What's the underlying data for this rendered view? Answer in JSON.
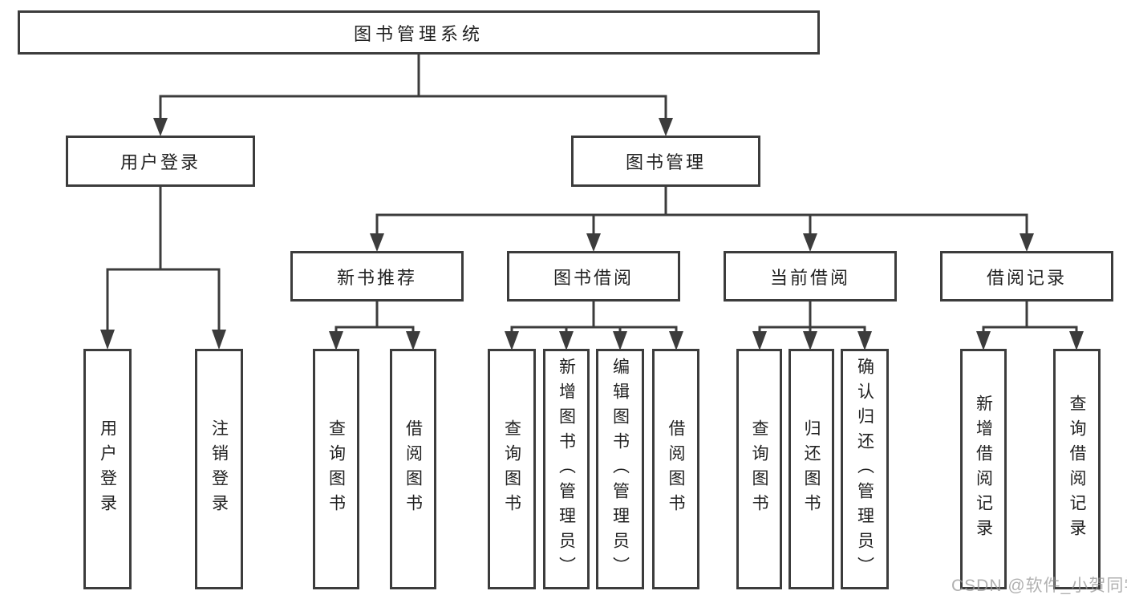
{
  "diagram": {
    "root_label": "图书管理系统",
    "level2": [
      "用户登录",
      "图书管理"
    ],
    "level3": [
      "新书推荐",
      "图书借阅",
      "当前借阅",
      "借阅记录"
    ],
    "leaves_user_login": [
      "用户登录",
      "注销登录"
    ],
    "leaves_new_book": [
      "查询图书",
      "借阅图书"
    ],
    "leaves_book_borrow": [
      "查询图书",
      "新增图书（管理员）",
      "编辑图书（管理员）",
      "借阅图书"
    ],
    "leaves_current_borrow": [
      "查询图书",
      "归还图书",
      "确认归还（管理员）"
    ],
    "leaves_borrow_record": [
      "新增借阅记录",
      "查询借阅记录"
    ]
  },
  "watermark": "CSDN @软件_小贺同学",
  "colors": {
    "line": "#3c3c3c",
    "box_border": "#3c3c3c",
    "text": "#222222",
    "watermark": "#969696",
    "background": "#ffffff"
  }
}
